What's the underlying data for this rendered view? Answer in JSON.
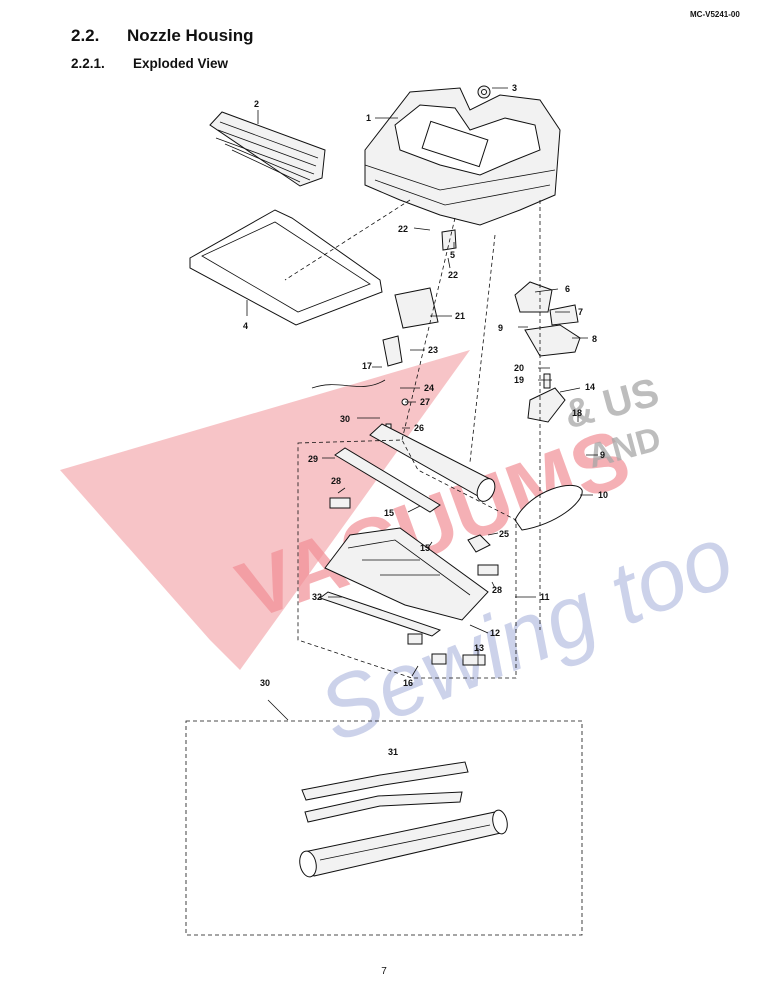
{
  "header": {
    "doc_id": "MC-V5241-00"
  },
  "section": {
    "number": "2.2.",
    "title": "Nozzle Housing"
  },
  "subsection": {
    "number": "2.2.1.",
    "title": "Exploded View"
  },
  "watermark": {
    "line1": "VACUUMS",
    "line2": "& US",
    "line3": "AND",
    "line4": "Sewing too"
  },
  "part_labels": [
    "1",
    "2",
    "3",
    "4",
    "5",
    "6",
    "7",
    "8",
    "9",
    "9",
    "10",
    "11",
    "12",
    "13",
    "14",
    "15",
    "15",
    "16",
    "17",
    "18",
    "19",
    "20",
    "21",
    "22",
    "22",
    "23",
    "24",
    "25",
    "26",
    "27",
    "28",
    "28",
    "29",
    "30",
    "30",
    "31",
    "32"
  ],
  "footer": {
    "page_number": "7"
  }
}
